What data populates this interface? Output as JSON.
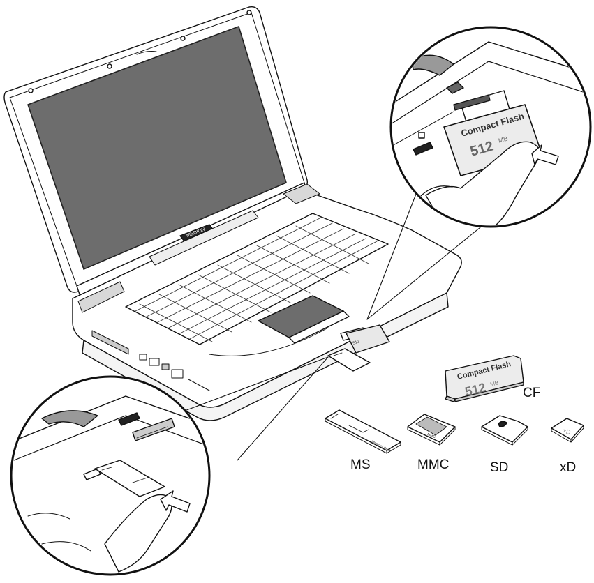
{
  "cards": {
    "cf_label": "CF",
    "ms_label": "MS",
    "mmc_label": "MMC",
    "sd_label": "SD",
    "xd_label": "xD"
  },
  "card_faces": {
    "compact_flash_text": "Compact Flash",
    "compact_flash_capacity": "512",
    "compact_flash_unit": "MB",
    "ms_face_text": "Memory Stick",
    "mmc_face_text": "MMC",
    "xd_face_text": "xD"
  },
  "laptop": {
    "brand": "MEDION"
  }
}
